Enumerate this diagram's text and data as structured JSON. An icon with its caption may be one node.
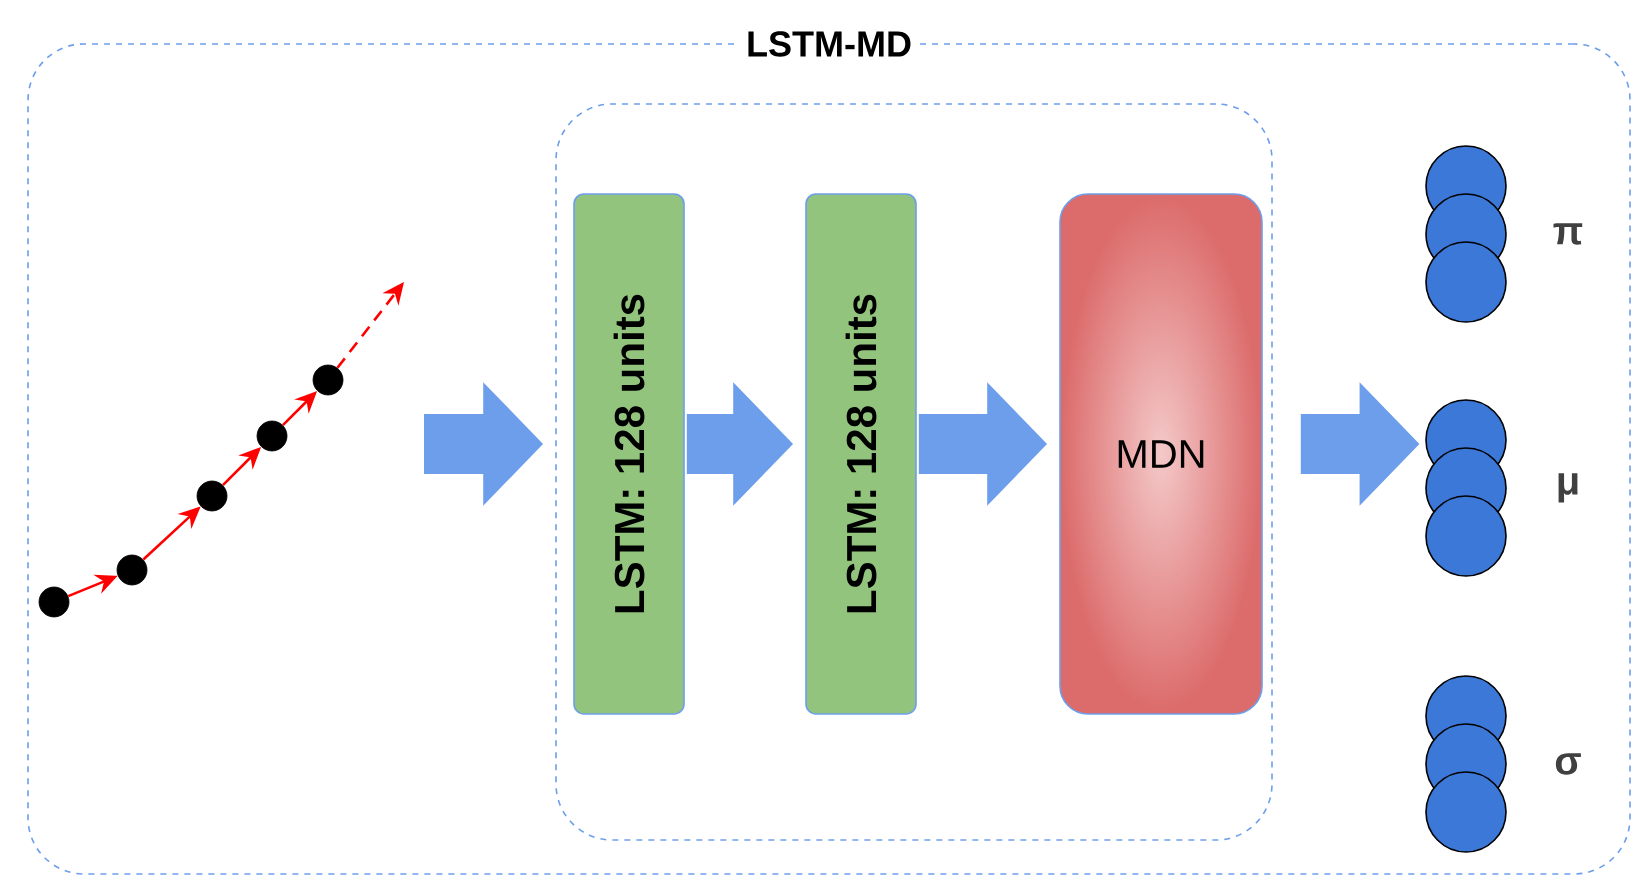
{
  "diagram": {
    "nodes": [
      {
        "text": [
          "LSTM-MD"
        ]
      },
      {
        "text": [],
        "shape": "box",
        "in": 0
      },
      {
        "text": [
          "LSTM: 128 units"
        ],
        "in": 1
      },
      {
        "text": [
          "LSTM: 128 units"
        ],
        "in": 1
      },
      {
        "text": [
          "MDN"
        ],
        "in": 1
      },
      {
        "text": [],
        "shape": "circle",
        "in": 0
      },
      {
        "text": [],
        "shape": "circle",
        "in": 0
      },
      {
        "text": [],
        "shape": "circle",
        "in": 0
      },
      {
        "text": [],
        "shape": "circle",
        "in": 0
      },
      {
        "text": [],
        "shape": "circle",
        "in": 0
      },
      {
        "text": [],
        "shape": "circle",
        "beside": [
          "π"
        ],
        "in": 0
      },
      {
        "text": [],
        "shape": "circle",
        "beside": [
          "μ"
        ],
        "in": 0
      },
      {
        "text": [],
        "shape": "circle",
        "beside": [
          "σ"
        ],
        "in": 0
      }
    ],
    "edges": [
      {
        "from": 5,
        "to": 6,
        "arrow": "to"
      },
      {
        "from": 6,
        "to": 7,
        "arrow": "to"
      },
      {
        "from": 7,
        "to": 8,
        "arrow": "to"
      },
      {
        "from": 8,
        "to": 9,
        "arrow": "to"
      },
      {
        "from": 9,
        "to": null,
        "arrow": "to",
        "style": "dashed"
      },
      {
        "from": null,
        "to": 1,
        "arrow": "to",
        "style": "thick",
        "color": "#6d9eeb"
      },
      {
        "from": 2,
        "to": 3,
        "arrow": "to",
        "style": "thick",
        "color": "#6d9eeb"
      },
      {
        "from": 3,
        "to": 4,
        "arrow": "to",
        "style": "thick",
        "color": "#6d9eeb"
      },
      {
        "from": 1,
        "to": 11,
        "arrow": "to",
        "style": "thick",
        "color": "#6d9eeb"
      }
    ]
  }
}
